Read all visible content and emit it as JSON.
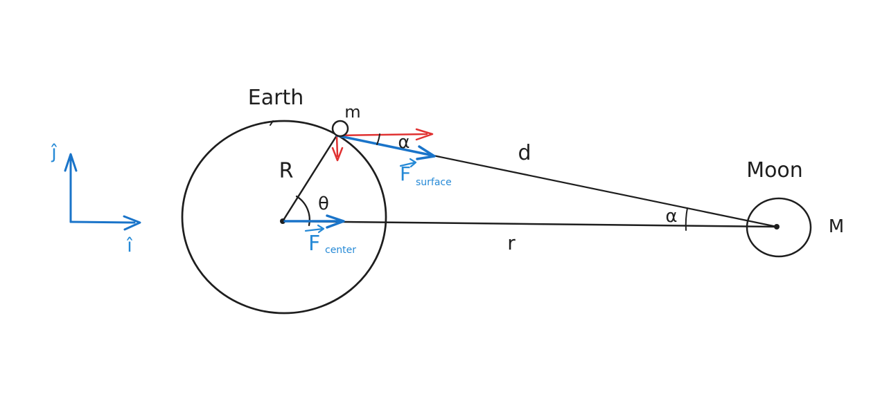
{
  "diagram": {
    "labels": {
      "earth": "Earth",
      "moon": "Moon",
      "surface_mass": "m",
      "moon_mass": "M",
      "earth_radius": "R",
      "theta": "θ",
      "alpha_surface": "α",
      "alpha_moon": "α",
      "surface_distance": "d",
      "center_distance": "r",
      "f_surface": {
        "symbol": "F",
        "subscript": "surface"
      },
      "f_center": {
        "symbol": "F",
        "subscript": "center"
      },
      "unit_vector_j": "ĵ",
      "unit_vector_i": "î"
    },
    "colors": {
      "ink": "#1e1e1e",
      "vector_blue": "#1a74c9",
      "label_blue": "#2589d6",
      "vector_red": "#e03131",
      "background": "#ffffff"
    }
  }
}
